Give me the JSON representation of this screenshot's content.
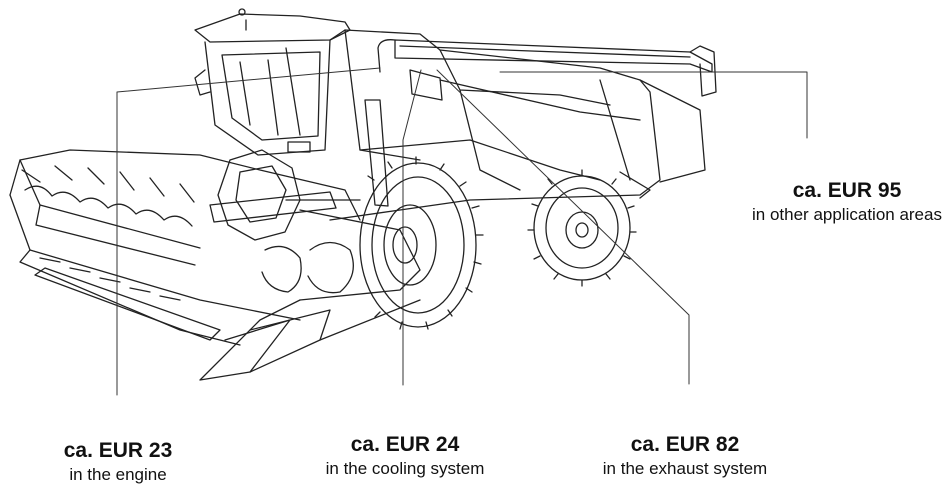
{
  "callouts": {
    "engine": {
      "amount": "ca. EUR 23",
      "description": "in the engine"
    },
    "cooling": {
      "amount": "ca. EUR 24",
      "description": "in the cooling system"
    },
    "exhaust": {
      "amount": "ca. EUR 82",
      "description": "in the exhaust system"
    },
    "other": {
      "amount": "ca. EUR 95",
      "description": "in other application areas"
    }
  },
  "illustration": {
    "subject": "combine-harvester-line-drawing",
    "line_color": "#222222"
  }
}
